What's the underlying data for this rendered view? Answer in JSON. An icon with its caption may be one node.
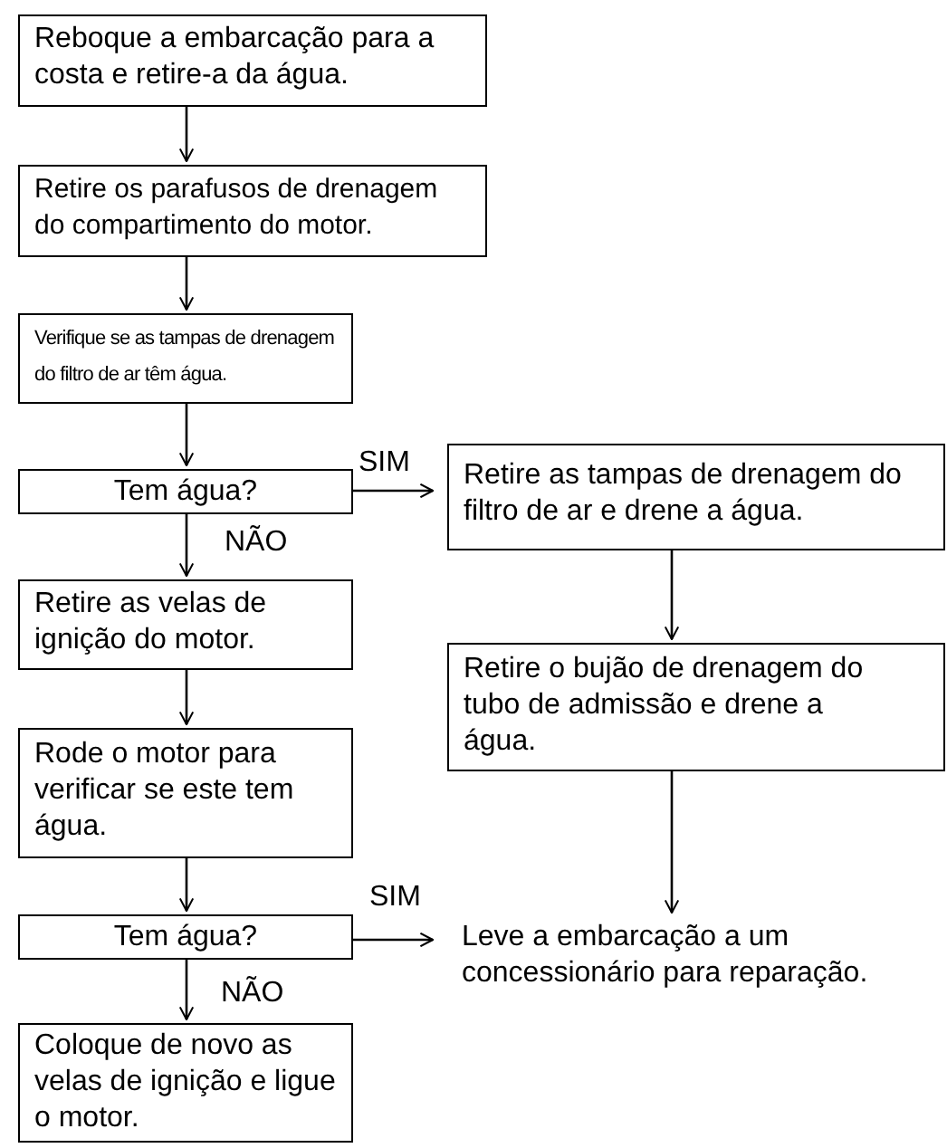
{
  "diagram": {
    "nodes": [
      {
        "text": [
          "Reboque a embarcação para a costa e retire-a da água."
        ]
      },
      {
        "text": [
          "Retire os parafusos de drenagem do compartimento do motor."
        ]
      },
      {
        "text": [
          "Verifique se as tampas de drenagem do filtro de ar têm água."
        ]
      },
      {
        "text": [
          "Tem água?"
        ]
      },
      {
        "text": [
          "Retire as tampas de drenagem do filtro de ar e drene a água."
        ]
      },
      {
        "text": [
          "Retire o bujão de drenagem do tubo de admissão e drene a água."
        ]
      },
      {
        "text": [
          "Retire as velas de ignição do motor."
        ]
      },
      {
        "text": [
          "Rode o motor para verificar se este tem água."
        ]
      },
      {
        "text": [
          "Tem água?"
        ]
      },
      {
        "text": [
          "Leve a embarcação a um concessionário para reparação."
        ]
      },
      {
        "text": [
          "Coloque de novo as velas de ignição e ligue o motor."
        ]
      }
    ],
    "edges": [
      {
        "from": 0,
        "to": 1,
        "arrow": "to"
      },
      {
        "from": 1,
        "to": 2,
        "arrow": "to"
      },
      {
        "from": 2,
        "to": 3,
        "arrow": "to"
      },
      {
        "from": 3,
        "to": 4,
        "arrow": "to",
        "label": "SIM"
      },
      {
        "from": 3,
        "to": 6,
        "arrow": "to",
        "label": "NÃO"
      },
      {
        "from": 4,
        "to": 5,
        "arrow": "to"
      },
      {
        "from": 5,
        "to": 9,
        "arrow": "to"
      },
      {
        "from": 6,
        "to": 7,
        "arrow": "to"
      },
      {
        "from": 7,
        "to": 8,
        "arrow": "to"
      },
      {
        "from": 8,
        "to": 9,
        "arrow": "to",
        "label": "SIM"
      },
      {
        "from": 8,
        "to": 10,
        "arrow": "to",
        "label": "NÃO"
      }
    ]
  }
}
